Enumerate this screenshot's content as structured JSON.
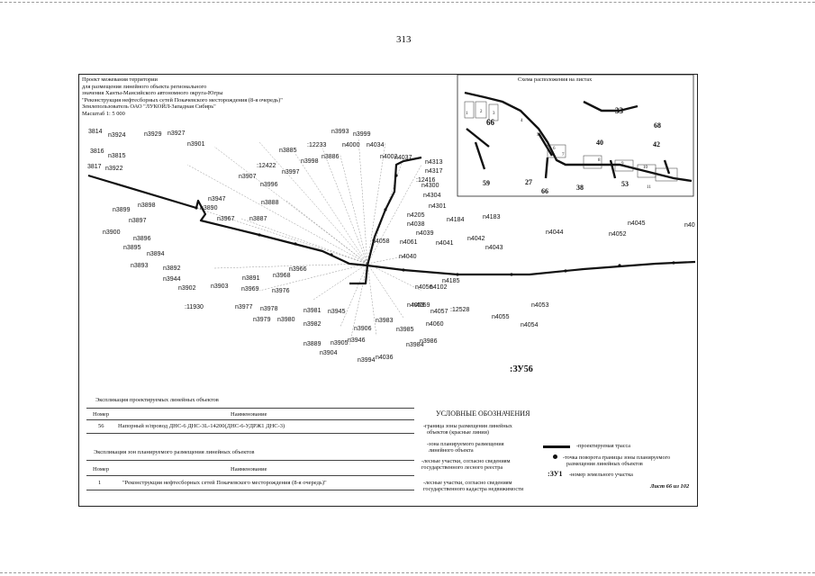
{
  "page_number": "313",
  "header": {
    "line1": "Проект межевания территории",
    "line2": "для размещения линейного объекта регионального",
    "line3": "значения Ханты-Мансийского автономного округа-Югры",
    "line4": "\"Реконструкция нефтесборных сетей Покачевского месторождения (8-я очередь)\"",
    "line5": "Землепользователь ОАО \"ЛУКОЙЛ-Западная Сибирь\"",
    "scale": "Масштаб 1: 5 000"
  },
  "inset": {
    "title": "Схема расположения на листах",
    "numbers": [
      "66",
      "33",
      "68",
      "40",
      "42",
      "59",
      "27",
      "66",
      "38",
      "53",
      "1",
      "2",
      "3",
      "4",
      "5",
      "6",
      "7",
      "8",
      "9",
      "10",
      "11"
    ]
  },
  "map_labels": [
    "3814",
    "n3924",
    "n3929",
    "n3927",
    "n3901",
    "3816",
    "n3815",
    "3817",
    "n3922",
    "n3885",
    ":12233",
    "n4000",
    "n4034",
    "n3993",
    "n3999",
    "n3998",
    "n3886",
    "n4002",
    "n4037",
    ":12422",
    "n3907",
    "n3997",
    "n3996",
    "n4313",
    "n4317",
    ":12416",
    "n4300",
    "n4304",
    "n4301",
    "n4205",
    "n4184",
    "n4183",
    "n4038",
    "n4039",
    "n4041",
    "n4042",
    "n4043",
    "n4045",
    "n4044",
    "n4052",
    "n40",
    "n3947",
    "n3888",
    "n3890",
    "n3887",
    "n3967",
    "n3898",
    "n3899",
    "n3897",
    "n3900",
    "n3896",
    "n3895",
    "n3894",
    "n3893",
    "n3892",
    "n3944",
    "n3902",
    "n3903",
    "n3891",
    "n3968",
    "n3966",
    "n3969",
    "n3976",
    "n4058",
    "n4061",
    "n4040",
    "n4056",
    "n4059",
    "n4102",
    "n4185",
    ":11930",
    "n3977",
    "n3978",
    "n3979",
    "n3980",
    "n3981",
    "n3945",
    "n3982",
    "n3983",
    "n4059",
    "n4057",
    ":12528",
    "n4060",
    "n4055",
    "n4054",
    "n4053",
    "n3906",
    "n3985",
    "n3984",
    "n3986",
    "n3889",
    "n3905",
    "n3946",
    "n3904",
    "n3994",
    "n4036"
  ],
  "zu_label": ":ЗУ56",
  "explication_lines": {
    "title": "Экспликация проектируемых линейных объектов",
    "col_number": "Номер",
    "col_name": "Наименование",
    "row_number": "56",
    "row_name": "Напорный н/провод ДНС-6 ДНС-3L-14200(ДНС-6-УДРЖ1 ДНС-3)"
  },
  "explication_zones": {
    "title": "Экспликация зон планируемого размещения линейных объектов",
    "col_number": "Номер",
    "col_name": "Наименование",
    "row_number": "1",
    "row_name": "\"Реконструкция нефтесборных сетей Покачевского месторождения (8-я очередь)\""
  },
  "legend": {
    "title": "УСЛОВНЫЕ ОБОЗНАЧЕНИЯ",
    "items": [
      "-граница зоны размещения линейных",
      "объектов (красные линии)",
      "-зона планируемого размещения",
      "линейного объекта",
      "-лесные участки, согласно сведениям",
      "государственного лесного реестра",
      "-лесные участки, согласно сведениям",
      "государственного кадастра недвижимости",
      "-проектируемая трасса",
      "-точка поворота границы зоны планируемого",
      "размещения линейных объектов",
      ":ЗУ1",
      "-номер земельного участка"
    ],
    "sheet": "Лист 66 из 102"
  }
}
